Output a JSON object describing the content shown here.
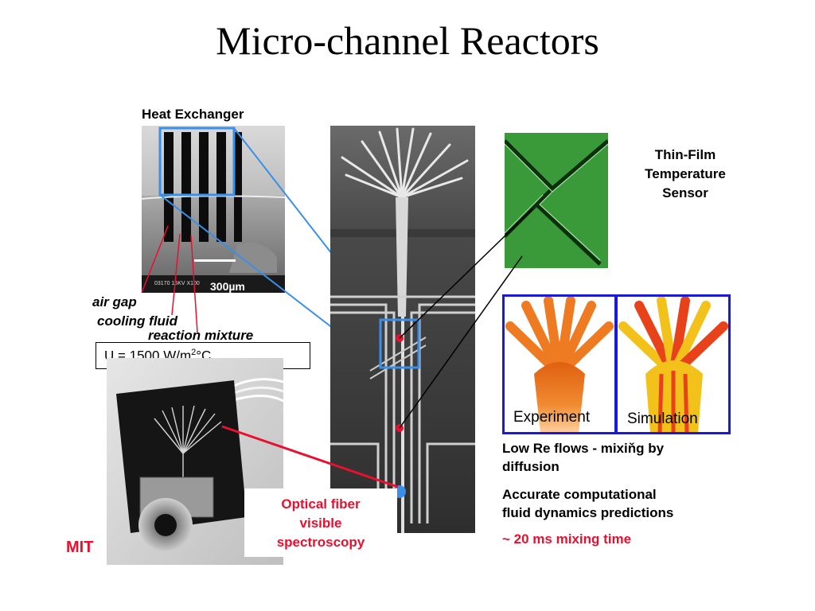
{
  "slide": {
    "title": "Micro-channel Reactors"
  },
  "heat_exchanger": {
    "title": "Heat Exchanger",
    "scale_bar": "300µm",
    "sem_text": "03170  15KV  X100",
    "labels": [
      "air gap",
      "cooling fluid",
      "reaction mixture"
    ],
    "u_value_prefix": "U = 1500 W/m",
    "u_value_sup": "2",
    "u_value_suffix": "°C"
  },
  "sensor": {
    "lines": [
      "Thin-Film",
      "Temperature",
      "Sensor"
    ]
  },
  "simulation": {
    "left_label": "Experiment",
    "right_label": "Simulation"
  },
  "notes": {
    "line1": "Low Re flows - mixiňg by",
    "line2": "diffusion",
    "line3": "Accurate computational",
    "line4": "fluid dynamics predictions",
    "line5": "~ 20 ms mixing time"
  },
  "optical": {
    "lines": [
      "Optical fiber",
      "visible",
      "spectroscopy"
    ]
  },
  "institution": "MIT",
  "colors": {
    "accent_red": "#e8102f",
    "accent_blue": "#3a8fe8",
    "border_blue": "#1a1adc"
  }
}
